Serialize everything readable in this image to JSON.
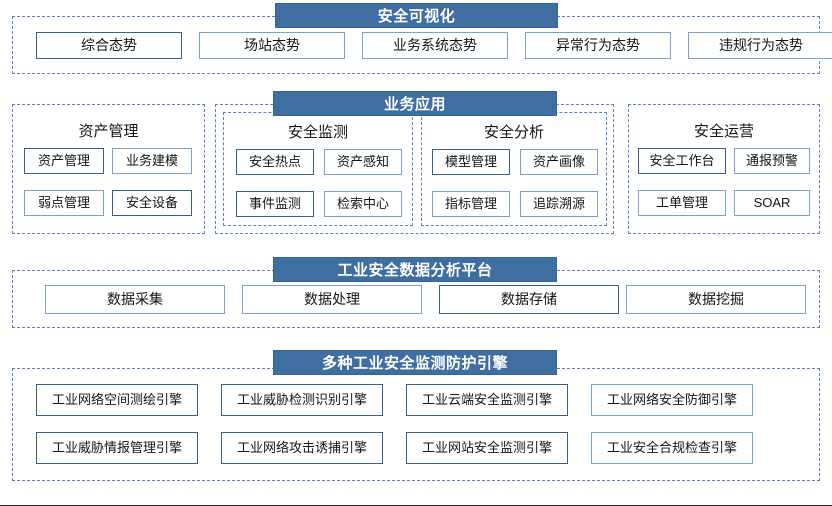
{
  "diagram": {
    "tiers": [
      {
        "id": "visualization",
        "banner": "安全可视化",
        "items": [
          {
            "label": "综合态势"
          },
          {
            "label": "场站态势"
          },
          {
            "label": "业务系统态势"
          },
          {
            "label": "异常行为态势"
          },
          {
            "label": "违规行为态势"
          }
        ]
      },
      {
        "id": "business-application",
        "banner": "业务应用",
        "groups": [
          {
            "id": "asset-management",
            "title": "资产管理",
            "items": [
              {
                "label": "资产管理"
              },
              {
                "label": "业务建模"
              },
              {
                "label": "弱点管理"
              },
              {
                "label": "安全设备"
              }
            ]
          },
          {
            "id": "security-monitoring",
            "title": "安全监测",
            "items": [
              {
                "label": "安全热点"
              },
              {
                "label": "资产感知"
              },
              {
                "label": "事件监测"
              },
              {
                "label": "检索中心"
              }
            ]
          },
          {
            "id": "security-analysis",
            "title": "安全分析",
            "items": [
              {
                "label": "模型管理"
              },
              {
                "label": "资产画像"
              },
              {
                "label": "指标管理"
              },
              {
                "label": "追踪溯源"
              }
            ]
          },
          {
            "id": "security-operations",
            "title": "安全运营",
            "items": [
              {
                "label": "安全工作台"
              },
              {
                "label": "通报预警"
              },
              {
                "label": "工单管理"
              },
              {
                "label": "SOAR"
              }
            ]
          }
        ]
      },
      {
        "id": "data-platform",
        "banner": "工业安全数据分析平台",
        "items": [
          {
            "label": "数据采集"
          },
          {
            "label": "数据处理"
          },
          {
            "label": "数据存储"
          },
          {
            "label": "数据挖掘"
          }
        ]
      },
      {
        "id": "engines",
        "banner": "多种工业安全监测防护引擎",
        "items": [
          {
            "label": "工业网络空间测绘引擎"
          },
          {
            "label": "工业威胁检测识别引擎"
          },
          {
            "label": "工业云端安全监测引擎"
          },
          {
            "label": "工业网络安全防御引擎"
          },
          {
            "label": "工业威胁情报管理引擎"
          },
          {
            "label": "工业网络攻击诱捕引擎"
          },
          {
            "label": "工业网站安全监测引擎"
          },
          {
            "label": "工业安全合规检查引擎"
          }
        ]
      }
    ]
  },
  "colors": {
    "banner_bg": "#3f6fa0",
    "banner_text": "#ffffff",
    "dashed_border": "#5b82b8",
    "box_border": "#4a78ad",
    "box_bg": "#ffffff",
    "text": "#141414"
  }
}
